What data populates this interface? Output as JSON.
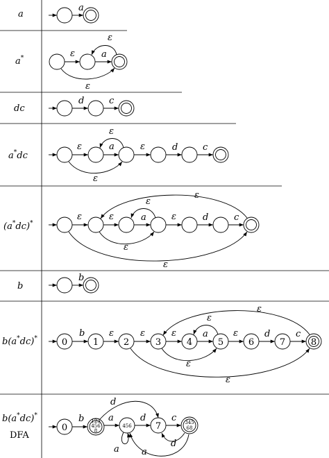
{
  "rows": [
    {
      "id": "a",
      "label_html": "<tspan>a</tspan>",
      "states": [
        {
          "id": "s0",
          "label": ""
        },
        {
          "id": "s1",
          "label": "",
          "accept": true
        }
      ],
      "edges": [
        {
          "from": "s0",
          "to": "s1",
          "label": "a"
        }
      ]
    },
    {
      "id": "a_star",
      "label_main": "a",
      "label_sup": "*",
      "states": [
        {
          "id": "s0",
          "label": ""
        },
        {
          "id": "s1",
          "label": ""
        },
        {
          "id": "s2",
          "label": "",
          "accept": true
        }
      ],
      "edges": [
        {
          "from": "s0",
          "to": "s1",
          "label": "ε"
        },
        {
          "from": "s1",
          "to": "s2",
          "label": "a"
        },
        {
          "from": "s2",
          "to": "s1",
          "label": "ε"
        },
        {
          "from": "s0",
          "to": "s2",
          "label": "ε"
        }
      ]
    },
    {
      "id": "dc",
      "label_main": "dc",
      "states": [
        {
          "id": "s0",
          "label": ""
        },
        {
          "id": "s1",
          "label": ""
        },
        {
          "id": "s2",
          "label": "",
          "accept": true
        }
      ],
      "edges": [
        {
          "from": "s0",
          "to": "s1",
          "label": "d"
        },
        {
          "from": "s1",
          "to": "s2",
          "label": "c"
        }
      ]
    },
    {
      "id": "a_star_dc",
      "label_main": "a",
      "label_sup": "*",
      "label_tail": "dc",
      "states": [
        {
          "id": "s0",
          "label": ""
        },
        {
          "id": "s1",
          "label": ""
        },
        {
          "id": "s2",
          "label": ""
        },
        {
          "id": "s3",
          "label": ""
        },
        {
          "id": "s4",
          "label": ""
        },
        {
          "id": "s5",
          "label": "",
          "accept": true
        }
      ],
      "edges": [
        {
          "from": "s0",
          "to": "s1",
          "label": "ε"
        },
        {
          "from": "s1",
          "to": "s2",
          "label": "a"
        },
        {
          "from": "s2",
          "to": "s1",
          "label": "ε"
        },
        {
          "from": "s0",
          "to": "s2",
          "label": "ε"
        },
        {
          "from": "s2",
          "to": "s3",
          "label": "ε"
        },
        {
          "from": "s3",
          "to": "s4",
          "label": "d"
        },
        {
          "from": "s4",
          "to": "s5",
          "label": "c"
        }
      ]
    },
    {
      "id": "a_star_dc_star",
      "label_pre": "(",
      "label_main": "a",
      "label_sup": "*",
      "label_tail": "dc)",
      "label_sup2": "*",
      "states": [
        {
          "id": "s0",
          "label": ""
        },
        {
          "id": "s1",
          "label": ""
        },
        {
          "id": "s2",
          "label": ""
        },
        {
          "id": "s3",
          "label": ""
        },
        {
          "id": "s4",
          "label": ""
        },
        {
          "id": "s5",
          "label": ""
        },
        {
          "id": "s6",
          "label": "",
          "accept": true
        }
      ],
      "edges": [
        {
          "label": "ε"
        },
        {
          "label": "ε"
        },
        {
          "label": "a"
        },
        {
          "label": "ε"
        },
        {
          "label": "ε"
        },
        {
          "label": "d"
        },
        {
          "label": "c"
        },
        {
          "label": "ε"
        },
        {
          "label": "ε"
        },
        {
          "label": "ε"
        }
      ]
    },
    {
      "id": "b",
      "label_main": "b",
      "states": [
        {
          "id": "s0",
          "label": ""
        },
        {
          "id": "s1",
          "label": "",
          "accept": true
        }
      ],
      "edges": [
        {
          "from": "s0",
          "to": "s1",
          "label": "b"
        }
      ]
    },
    {
      "id": "b_a_star_dc_star",
      "label_main": "b(a",
      "label_sup": "*",
      "label_tail": "dc)",
      "label_sup2": "*",
      "states": [
        {
          "id": "s0",
          "label": "0"
        },
        {
          "id": "s1",
          "label": "1"
        },
        {
          "id": "s2",
          "label": "2"
        },
        {
          "id": "s3",
          "label": "3"
        },
        {
          "id": "s4",
          "label": "4"
        },
        {
          "id": "s5",
          "label": "5"
        },
        {
          "id": "s6",
          "label": "6"
        },
        {
          "id": "s7",
          "label": "7"
        },
        {
          "id": "s8",
          "label": "8",
          "accept": true
        }
      ],
      "edges": [
        {
          "label": "b"
        },
        {
          "label": "ε"
        },
        {
          "label": "ε"
        },
        {
          "label": "ε"
        },
        {
          "label": "a"
        },
        {
          "label": "ε"
        },
        {
          "label": "ε"
        },
        {
          "label": "d"
        },
        {
          "label": "c"
        },
        {
          "label": "ε"
        },
        {
          "label": "ε"
        },
        {
          "label": "ε"
        }
      ]
    },
    {
      "id": "dfa",
      "label_main": "b(a",
      "label_sup": "*",
      "label_tail": "dc)",
      "label_sup2": "*",
      "label_second_line": "DFA",
      "states": [
        {
          "id": "d0",
          "label": "0"
        },
        {
          "id": "d1",
          "label_lines": [
            "123",
            "456",
            "8"
          ],
          "accept": true
        },
        {
          "id": "d2",
          "label": "456"
        },
        {
          "id": "d3",
          "label": "7"
        },
        {
          "id": "d4",
          "label_lines": [
            "345",
            "68"
          ],
          "accept": true
        }
      ],
      "edges": [
        {
          "from": "d0",
          "to": "d1",
          "label": "b"
        },
        {
          "from": "d1",
          "to": "d2",
          "label": "a"
        },
        {
          "from": "d1",
          "to": "d3",
          "label": "d"
        },
        {
          "from": "d2",
          "to": "d2",
          "label": "a"
        },
        {
          "from": "d2",
          "to": "d3",
          "label": "d"
        },
        {
          "from": "d3",
          "to": "d4",
          "label": "c"
        },
        {
          "from": "d4",
          "to": "d3",
          "label": "d"
        },
        {
          "from": "d4",
          "to": "d2",
          "label": "a"
        }
      ]
    }
  ]
}
